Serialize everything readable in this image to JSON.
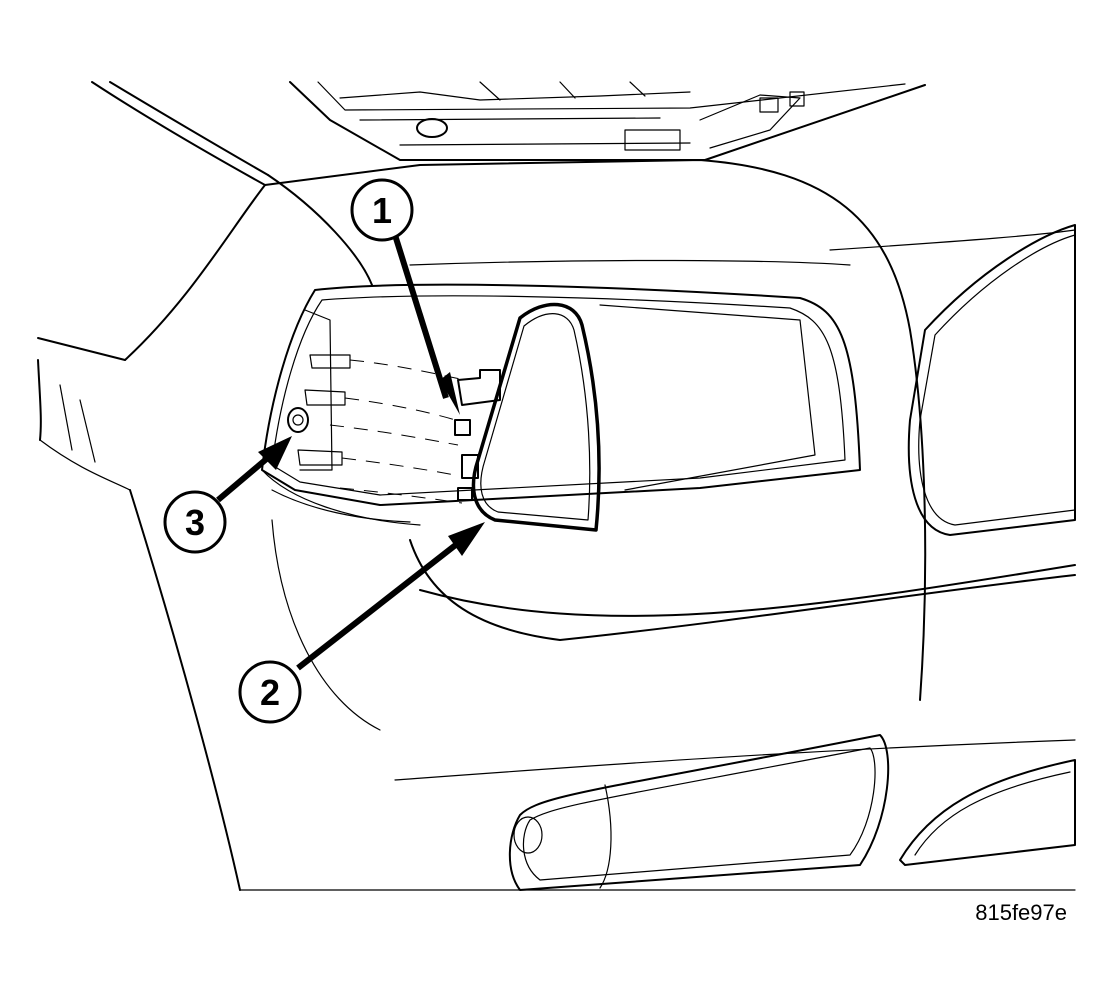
{
  "figure": {
    "id_label": "815fe97e"
  },
  "callouts": [
    {
      "number": "1"
    },
    {
      "number": "2"
    },
    {
      "number": "3"
    }
  ],
  "colors": {
    "ink": "#000000",
    "paper": "#ffffff"
  }
}
